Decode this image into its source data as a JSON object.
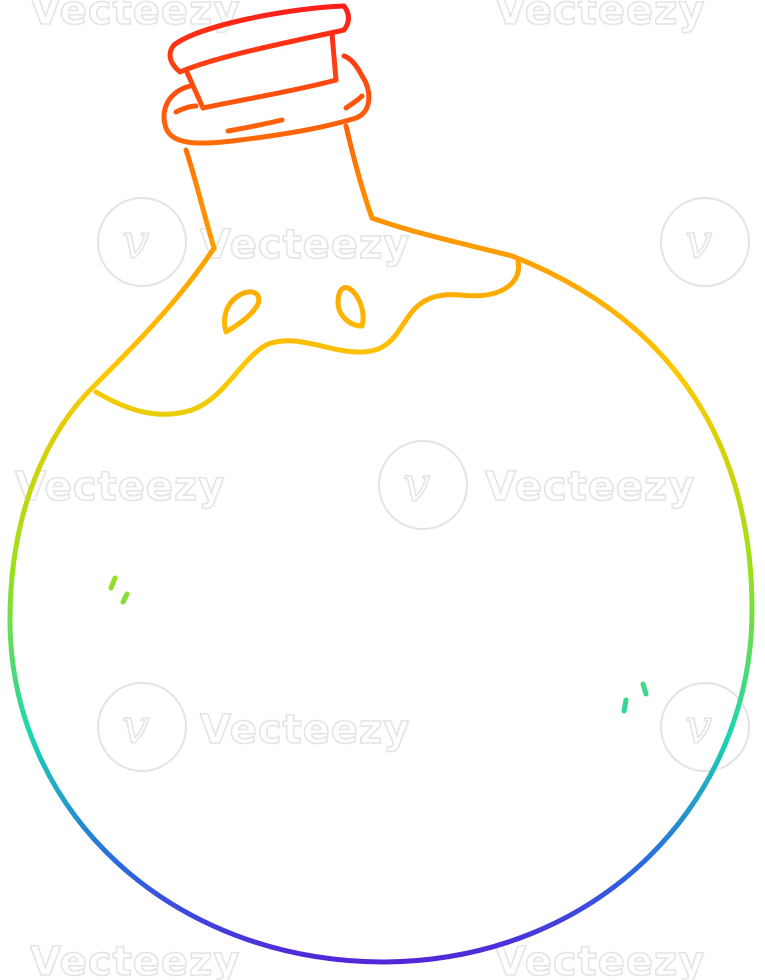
{
  "illustration": {
    "subject": "potion-bottle",
    "style": "rainbow-gradient line art",
    "gradient_stops": [
      "#ff1a1a",
      "#ff8a00",
      "#ffc800",
      "#9be01a",
      "#1ad6b0",
      "#2a6be0",
      "#5a1ad6"
    ]
  },
  "watermark": {
    "text": "Vecteezy"
  }
}
